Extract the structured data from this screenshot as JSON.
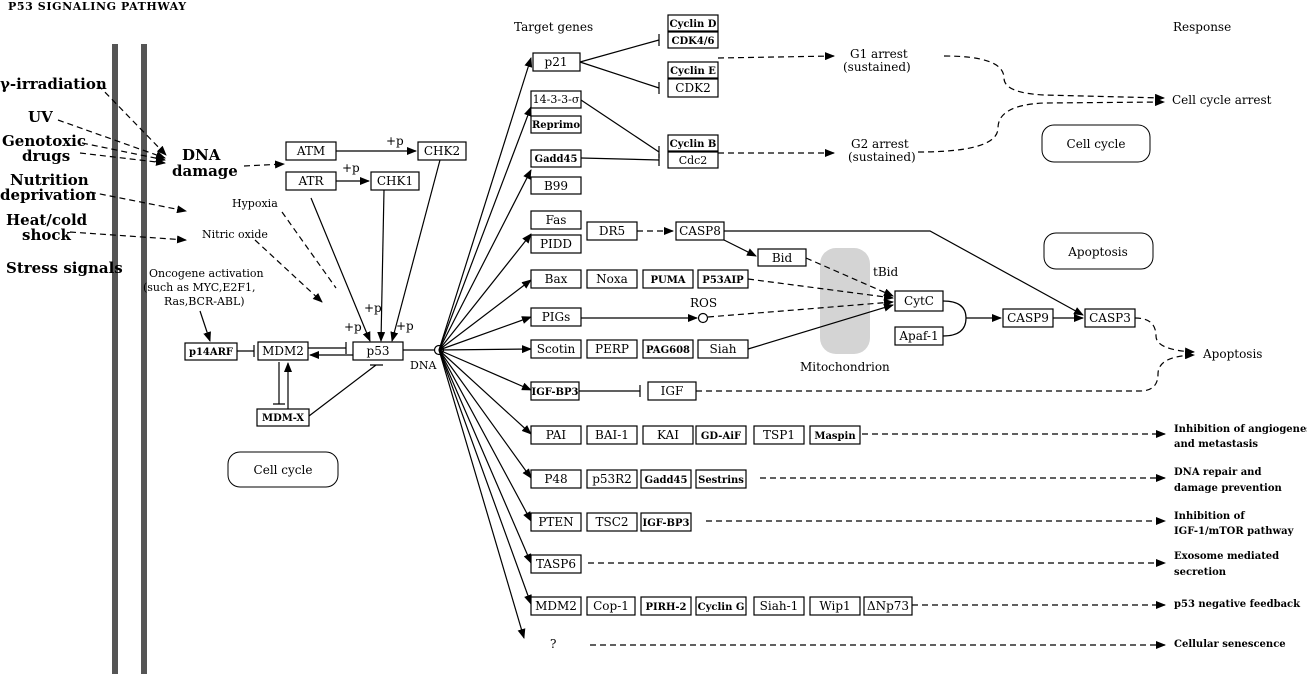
{
  "title": "P53 SIGNALING PATHWAY",
  "headers": {
    "target_genes": "Target genes",
    "response": "Response"
  },
  "stress": {
    "gamma": "γ-irradiation",
    "uv": "UV",
    "genotoxic_1": "Genotoxic",
    "genotoxic_2": "drugs",
    "nutrition_1": "Nutrition",
    "nutrition_2": "deprivation",
    "heat_1": "Heat/cold",
    "heat_2": "shock",
    "stress_signals": "Stress signals"
  },
  "upstream": {
    "dna_damage_1": "DNA",
    "dna_damage_2": "damage",
    "hypoxia": "Hypoxia",
    "nitric_oxide": "Nitric oxide",
    "oncogene_1": "Oncogene activation",
    "oncogene_2": "(such as MYC,E2F1,",
    "oncogene_3": "Ras,BCR-ABL)",
    "atm": "ATM",
    "atr": "ATR",
    "chk1": "CHK1",
    "chk2": "CHK2",
    "plus_p": "+p",
    "p14arf": "p14ARF",
    "mdm2": "MDM2",
    "mdmx": "MDM-X",
    "p53": "p53",
    "dna": "DNA",
    "cell_cycle": "Cell cycle"
  },
  "genes": {
    "p21": "p21",
    "g1433": "14-3-3-σ",
    "reprimo": "Reprimo",
    "gadd45": "Gadd45",
    "b99": "B99",
    "fas": "Fas",
    "pidd": "PIDD",
    "dr5": "DR5",
    "casp8": "CASP8",
    "bid": "Bid",
    "tbid": "tBid",
    "bax": "Bax",
    "noxa": "Noxa",
    "puma": "PUMA",
    "p53aip": "P53AIP",
    "pigs": "PIGs",
    "ros": "ROS",
    "scotin": "Scotin",
    "perp": "PERP",
    "pag608": "PAG608",
    "siah": "Siah",
    "cytc": "CytC",
    "apaf1": "Apaf-1",
    "casp9": "CASP9",
    "casp3": "CASP3",
    "mitochondrion": "Mitochondrion",
    "igfbp3": "IGF-BP3",
    "igf": "IGF",
    "pai": "PAI",
    "bai1": "BAI-1",
    "kai": "KAI",
    "gdaif": "GD-AiF",
    "tsp1": "TSP1",
    "maspin": "Maspin",
    "p48": "P48",
    "p53r2": "p53R2",
    "gadd45b": "Gadd45",
    "sestrins": "Sestrins",
    "pten": "PTEN",
    "tsc2": "TSC2",
    "igfbp3b": "IGF-BP3",
    "tasp6": "TASP6",
    "mdm2b": "MDM2",
    "cop1": "Cop-1",
    "pirh2": "PIRH-2",
    "cycling": "Cyclin G",
    "siah1": "Siah-1",
    "wip1": "Wip1",
    "dnp73": "ΔNp73",
    "question": "?",
    "cyclind": "Cyclin D",
    "cdk46": "CDK4/6",
    "cycline": "Cyclin E",
    "cdk2": "CDK2",
    "cyclinb": "Cyclin B",
    "cdc2": "Cdc2"
  },
  "responses": {
    "g1_1": "G1 arrest",
    "g1_2": "(sustained)",
    "g2_1": "G2 arrest",
    "g2_2": "(sustained)",
    "cell_cycle_arrest": "Cell cycle arrest",
    "cell_cycle_box": "Cell cycle",
    "apoptosis_box": "Apoptosis",
    "apoptosis": "Apoptosis",
    "angio_1": "Inhibition of angiogenesis",
    "angio_2": "and metastasis",
    "dna_repair_1": "DNA repair and",
    "dna_repair_2": "damage prevention",
    "igf_1": "Inhibition of",
    "igf_2": "IGF-1/mTOR pathway",
    "exo_1": "Exosome mediated",
    "exo_2": "secretion",
    "neg_feedback": "p53 negative feedback",
    "senescence": "Cellular senescence"
  }
}
